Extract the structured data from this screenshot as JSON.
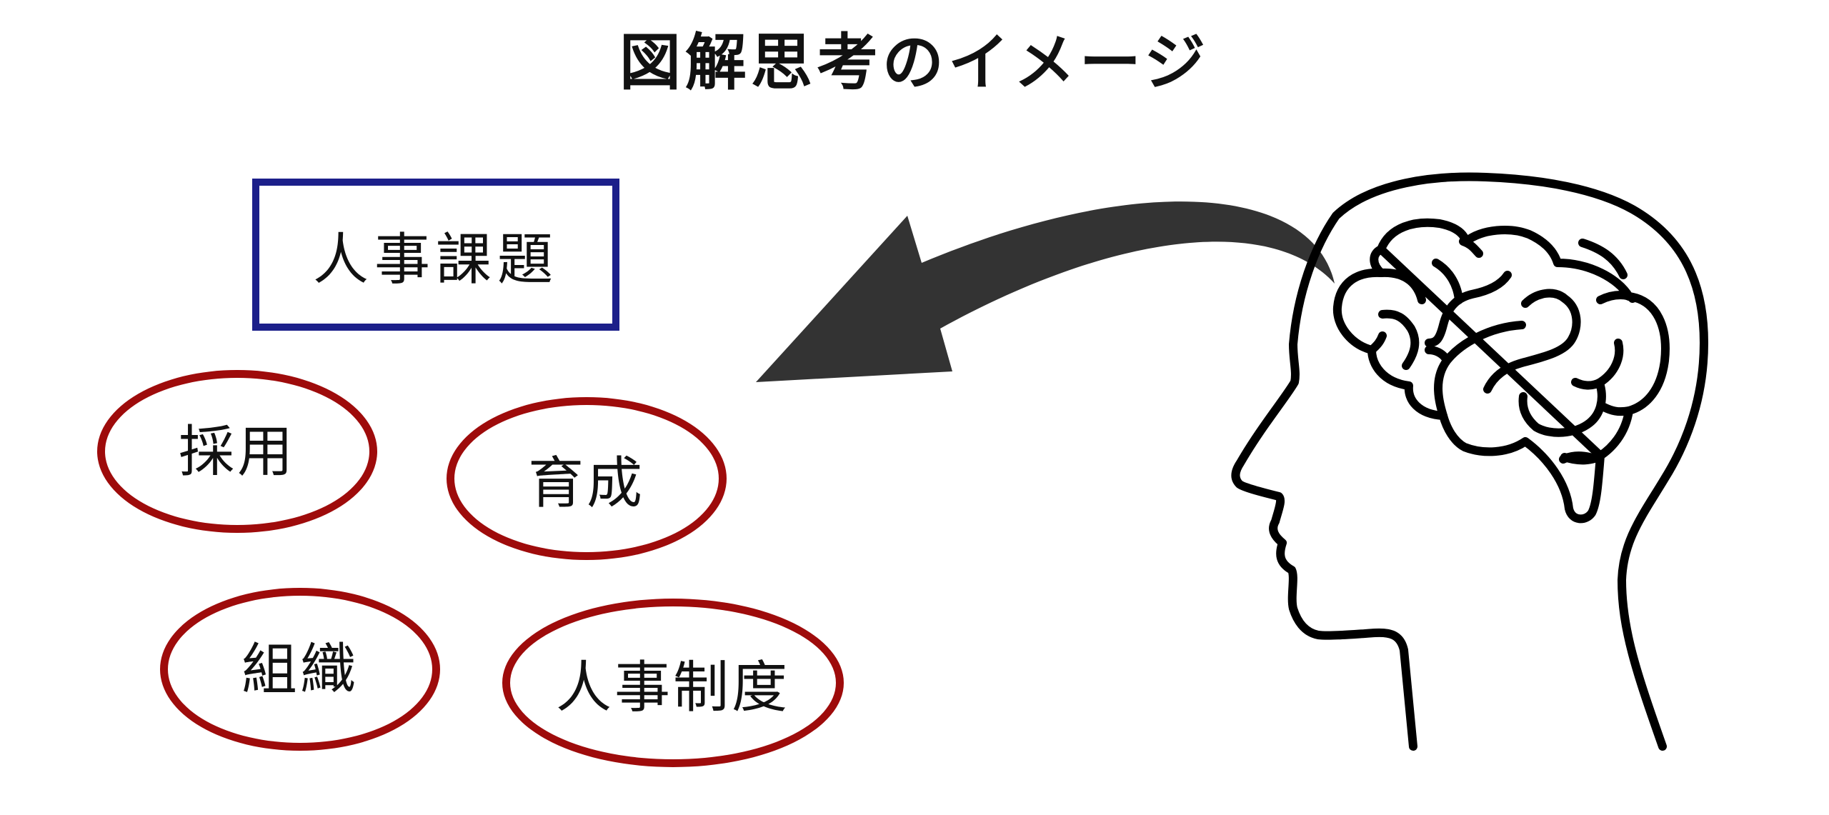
{
  "title": "図解思考のイメージ",
  "issue_box": {
    "label": "人事課題"
  },
  "topics": [
    {
      "label": "採用"
    },
    {
      "label": "育成"
    },
    {
      "label": "組織"
    },
    {
      "label": "人事制度"
    }
  ],
  "colors": {
    "box_border": "#1c1f8a",
    "ellipse_border": "#9e0b0b",
    "arrow": "#333333",
    "outline": "#000000"
  },
  "icons": {
    "head": "head-with-brain-icon",
    "arrow": "curved-arrow"
  }
}
